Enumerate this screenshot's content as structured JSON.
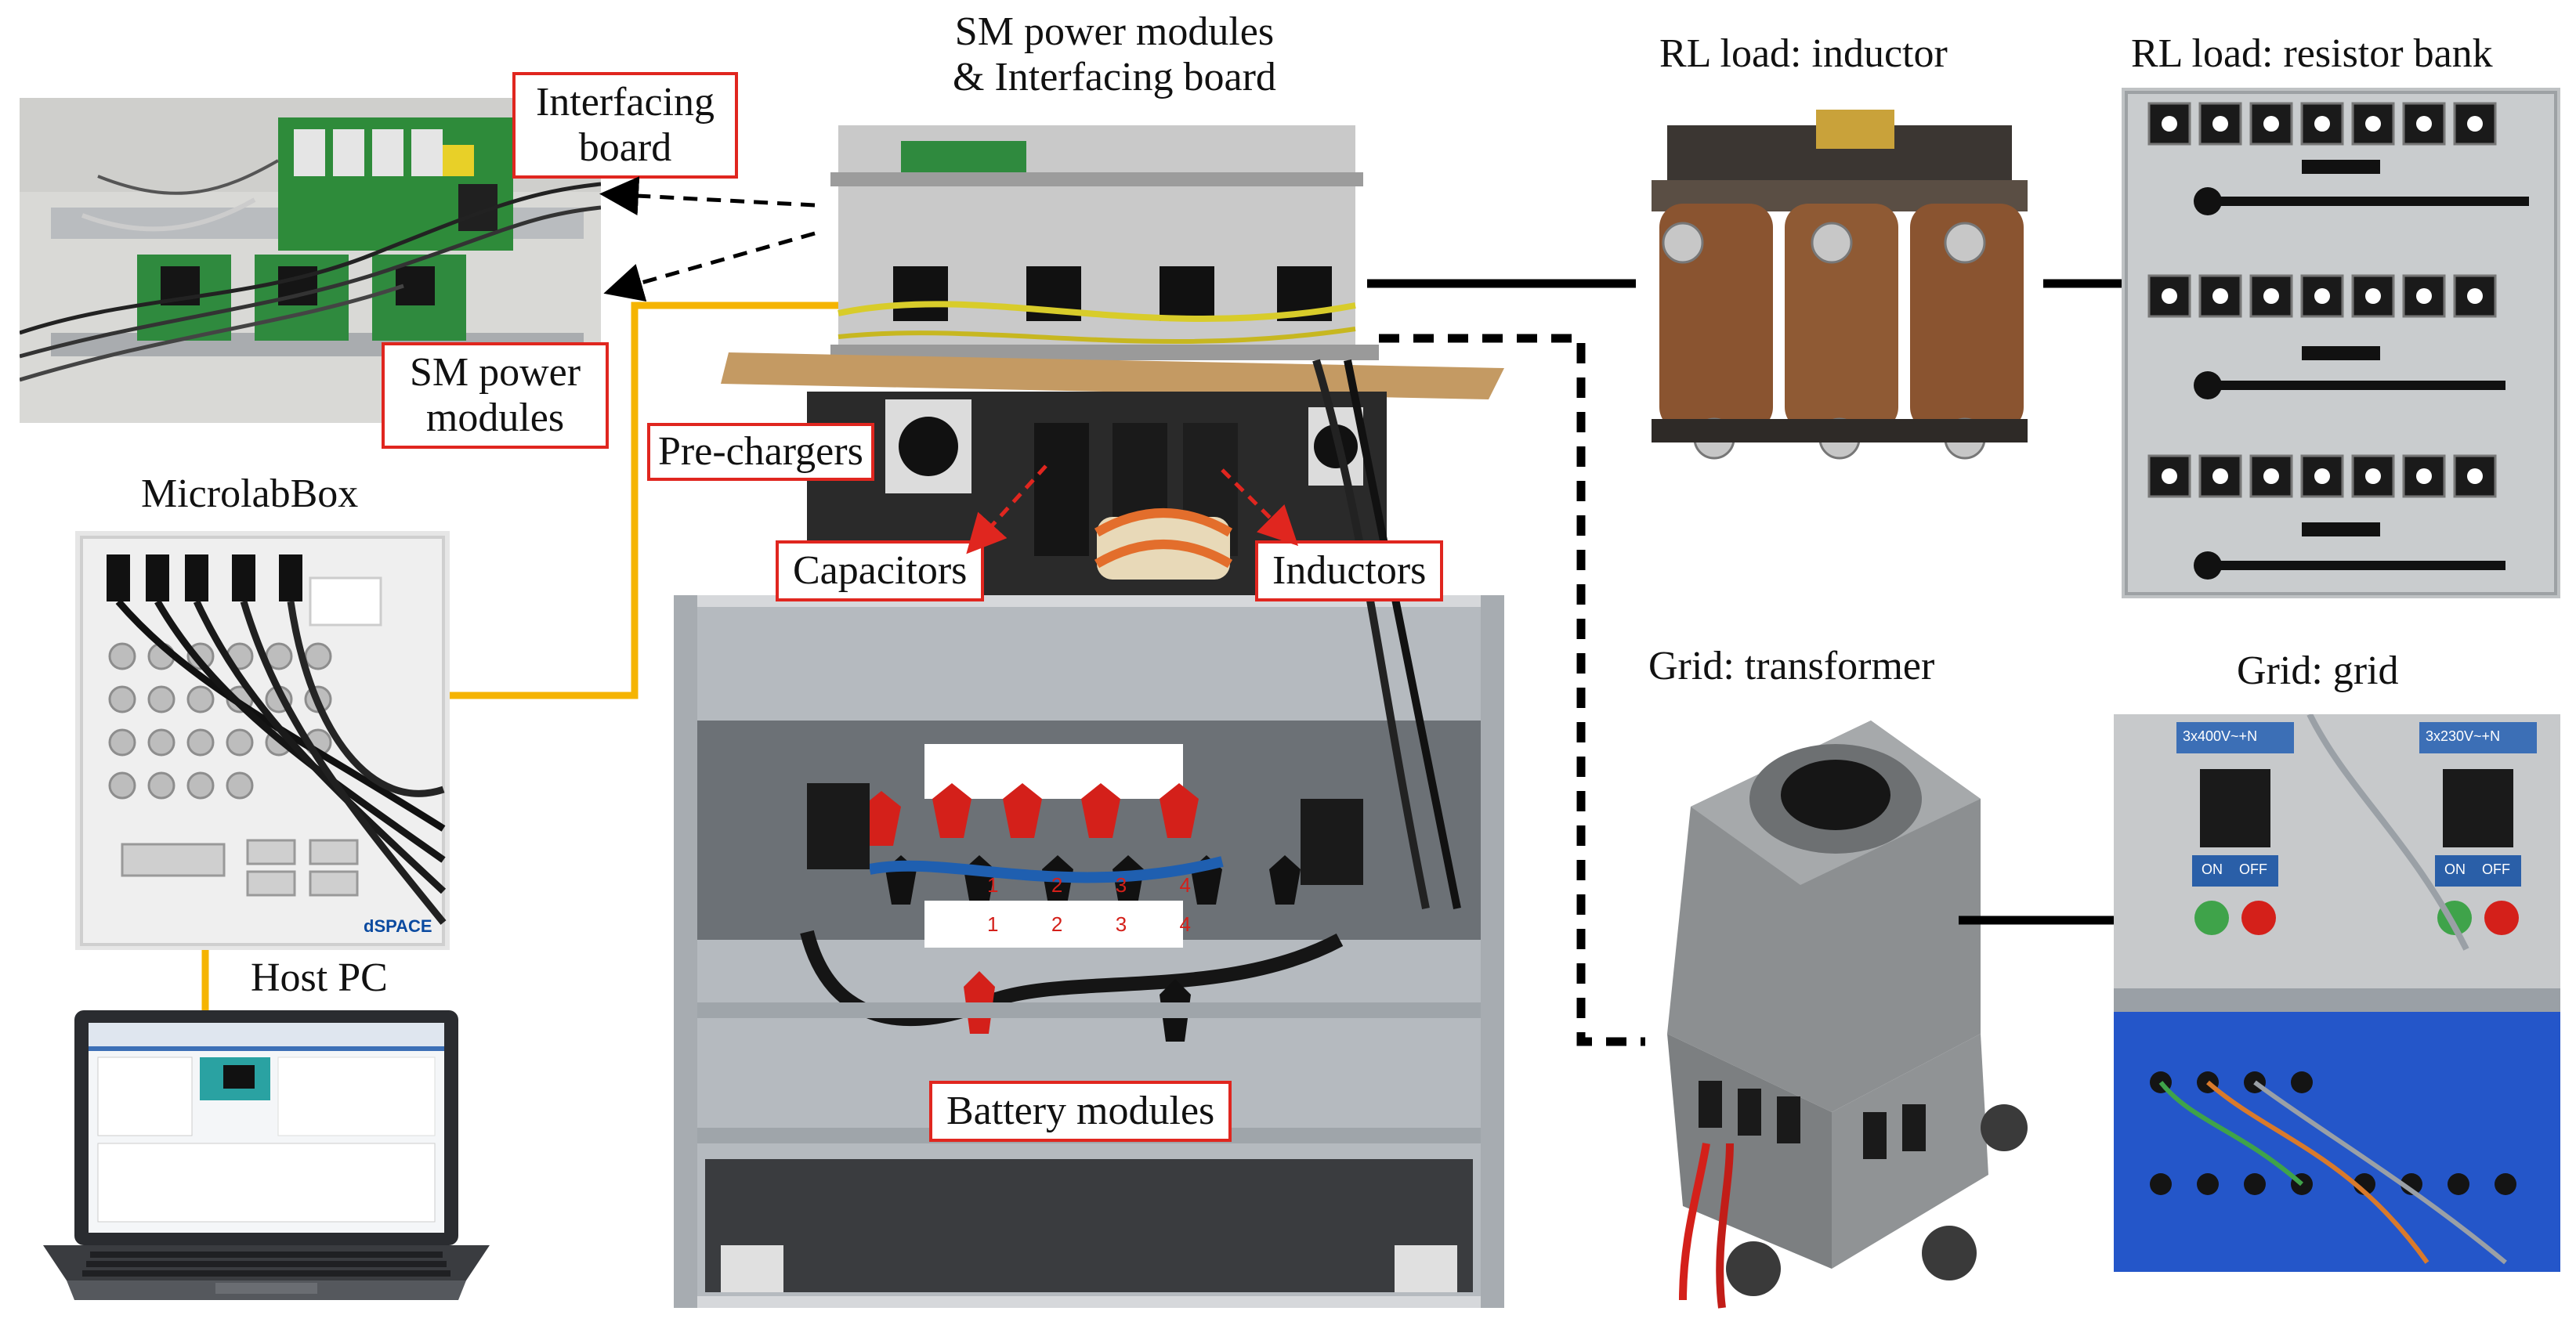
{
  "titles": {
    "sm_power_modules_line1": "SM power modules",
    "sm_power_modules_line2": "& Interfacing board",
    "rl_inductor": "RL load: inductor",
    "rl_resistor": "RL load: resistor bank",
    "microlabbox": "MicrolabBox",
    "host_pc": "Host PC",
    "grid_transformer": "Grid: transformer",
    "grid_grid": "Grid: grid"
  },
  "labels": {
    "interfacing_board_line1": "Interfacing",
    "interfacing_board_line2": "board",
    "sm_power_line1": "SM power",
    "sm_power_line2": "modules",
    "pre_chargers": "Pre-chargers",
    "capacitors": "Capacitors",
    "inductors": "Inductors",
    "battery_modules": "Battery modules"
  },
  "photo_text": {
    "dspace_logo": "dSPACE",
    "battery_numbers_top": [
      "1",
      "2",
      "3",
      "4"
    ],
    "battery_numbers_bottom": [
      "1",
      "2",
      "3",
      "4"
    ],
    "grid_panel_left": "3x400V~+N",
    "grid_panel_right": "3x230V~+N",
    "on_label": "ON",
    "off_label": "OFF"
  },
  "colors": {
    "callout_border": "#e0261f",
    "communication_line": "#f5b400",
    "power_line": "#000000",
    "red_arrow": "#e0261f"
  }
}
